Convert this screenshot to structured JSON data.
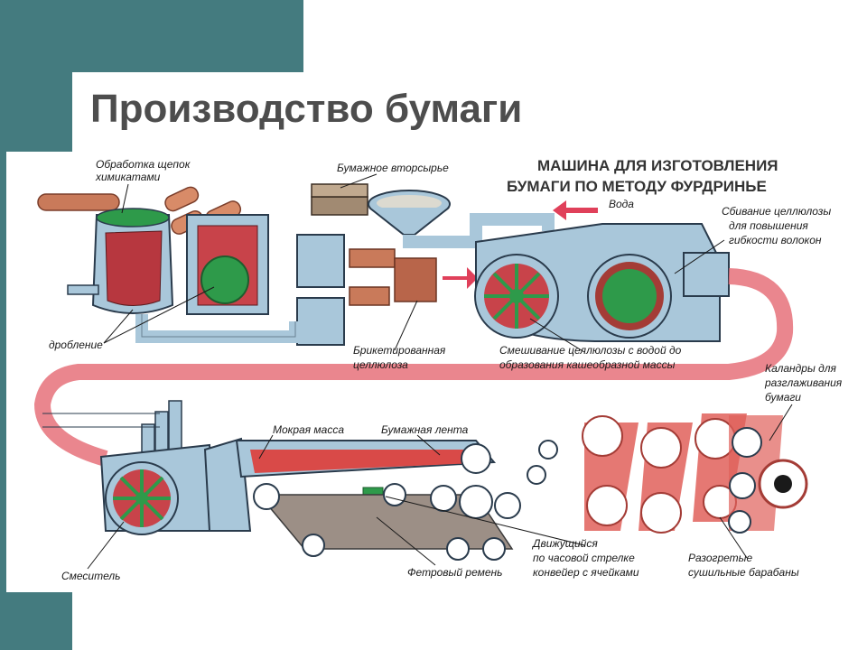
{
  "slide": {
    "title": "Производство бумаги"
  },
  "diagram": {
    "heading_line1": "МАШИНА ДЛЯ ИЗГОТОВЛЕНИЯ",
    "heading_line2": "БУМАГИ ПО МЕТОДУ ФУРДРИНЬЕ",
    "labels": {
      "chem_treatment_1": "Обработка щепок",
      "chem_treatment_2": "химикатами",
      "crushing": "дробление",
      "recycled_paper": "Бумажное вторсырье",
      "water": "Вода",
      "fiber_beating_1": "Сбивание целлюлозы",
      "fiber_beating_2": "для повышения",
      "fiber_beating_3": "гибкости волокон",
      "briquetted_1": "Брикетированная",
      "briquetted_2": "целлюлоза",
      "mixing_water_1": "Смешивание целлюлозы с водой до",
      "mixing_water_2": "образования кашеобразной массы",
      "calenders_1": "Каландры для",
      "calenders_2": "разглаживания",
      "calenders_3": "бумаги",
      "wet_mass": "Мокрая масса",
      "paper_web": "Бумажная лента",
      "conveyor_1": "Движущийся",
      "conveyor_2": "по часовой стрелке",
      "conveyor_3": "конвейер с ячейками",
      "heated_1": "Разогретые",
      "heated_2": "сушильные барабаны",
      "mixer": "Смеситель",
      "felt_belt": "Фетровый ремень"
    }
  },
  "colors": {
    "teal": "#447b7f",
    "title_gray": "#4d4d4d",
    "machine_blue": "#a9c7da",
    "pulp_red": "#c8434a",
    "roller_red": "#e0605a",
    "green": "#2e9a4a"
  }
}
